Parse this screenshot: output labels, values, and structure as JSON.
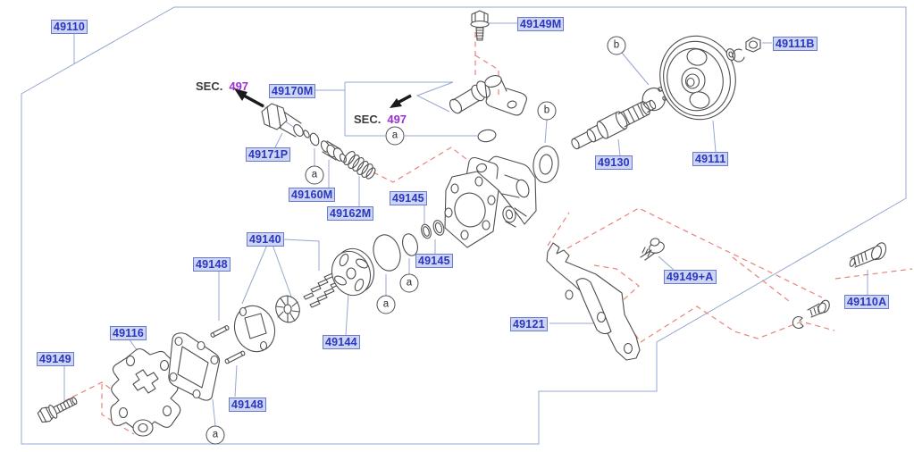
{
  "labels": {
    "pump_assembly": "49110",
    "connector_bolt": "49149M",
    "pulley_nut": "49111B",
    "connector_assembly": "49170M",
    "connector": "49171P",
    "flow_control_valve": "49160M",
    "valve_spring": "49162M",
    "oring_front": "49145",
    "oring_rear": "49145",
    "drive_shaft": "49130",
    "pulley": "49111",
    "rotor_assembly": "49140",
    "dowel_pin_upper": "49148",
    "dowel_pin_lower": "49148",
    "cam_ring": "49144",
    "rear_cover": "49116",
    "cover_bolt": "49149",
    "bracket": "49121",
    "bracket_bolt": "49149+A",
    "mounting_bolt": "49110A"
  },
  "section_reference": {
    "prefix": "SEC.",
    "number": "497"
  },
  "view_markers": {
    "a": "a",
    "b": "b"
  },
  "colors": {
    "label_text": "#2b35c0",
    "label_background": "#cdd6f1",
    "label_border": "#6b79cf",
    "leader_line": "#94a7cf",
    "part_outline": "#4f4f4f",
    "alignment_dash": "#e8837a",
    "section_number": "#9a2fd0",
    "arrow": "#1a1a1a"
  }
}
